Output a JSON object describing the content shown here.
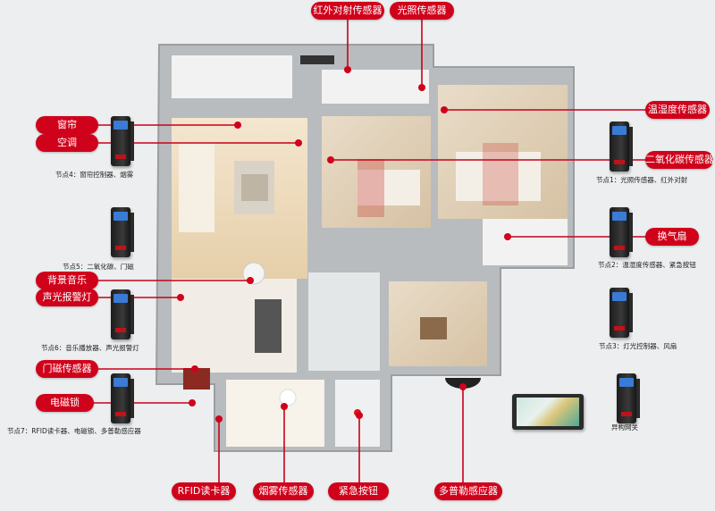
{
  "labels": {
    "infrared": "红外对射传感器",
    "light_sensor": "光照传感器",
    "curtain": "窗帘",
    "aircon": "空调",
    "temp_humidity": "温湿度传感器",
    "co2": "二氧化碳传感器",
    "fan": "换气扇",
    "music": "背景音乐",
    "alarm_light": "声光报警灯",
    "door_magnet": "门磁传感器",
    "em_lock": "电磁锁",
    "rfid": "RFID读卡器",
    "smoke": "烟雾传感器",
    "emergency": "紧急按钮",
    "doppler": "多普勒感应器"
  },
  "nodes": {
    "node4": "节点4：窗帘控制器、烟雾",
    "node5": "节点5：二氧化碳、门磁",
    "node6": "节点6：音乐播放器、声光报警灯",
    "node7": "节点7：RFID读卡器、电磁锁、多普勒感应器",
    "node1": "节点1：光照传感器、红外对射",
    "node2": "节点2：温湿度传感器、紧急按钮",
    "node3": "节点3：灯光控制器、风扇",
    "gateway": "异构网关"
  },
  "colors": {
    "accent": "#d0021b",
    "line": "#c8001a"
  }
}
